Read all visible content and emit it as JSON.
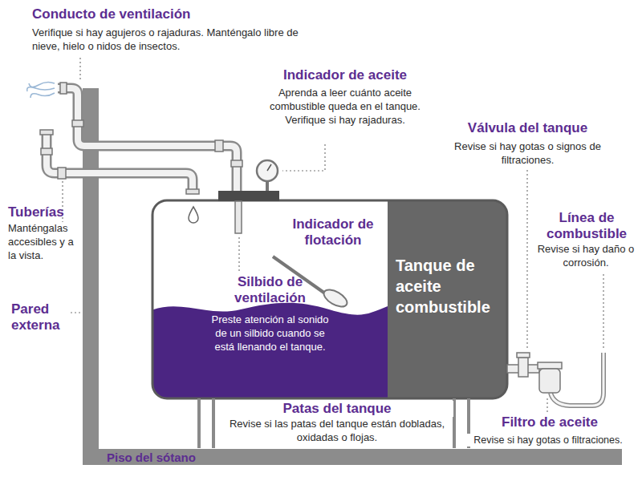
{
  "diagram": {
    "nodes": [
      {
        "text": [
          "Tanque de aceite combustible"
        ]
      },
      {
        "text": [
          "Silbido de ventilación",
          "Preste atención al sonido de un silbido cuando se está llenando el tanque."
        ]
      }
    ],
    "labels": [
      "Conducto de ventilación",
      "Verifique si hay agujeros o rajaduras. Manténgalo libre de nieve, hielo o nidos de insectos.",
      "Indicador de aceite",
      "Aprenda a leer cuánto aceite combustible queda en el tanque. Verifique si hay rajaduras.",
      "Válvula del tanque",
      "Revise si hay gotas o signos de filtraciones.",
      "Tuberías",
      "Manténgalas accesibles y a la vista.",
      "Línea de combustible",
      "Revise si hay daño o corrosión.",
      "Indicador de flotación",
      "Pared externa",
      "Patas del tanque",
      "Revise si las patas del tanque están dobladas, oxidadas o flojas.",
      "Filtro de aceite",
      "Revise si hay gotas o filtraciones.",
      "Piso del sótano"
    ]
  }
}
